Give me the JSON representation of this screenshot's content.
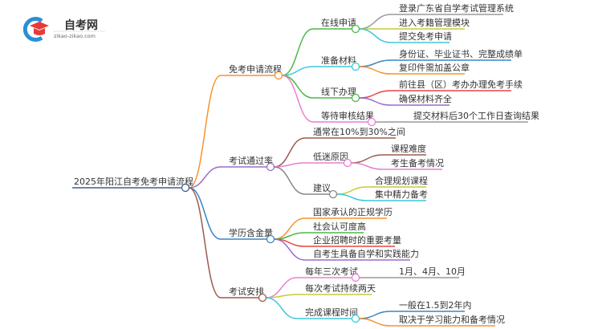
{
  "logo": {
    "title": "自考网",
    "url": "zikao-zikao.com",
    "icon": "graduation-cap-icon",
    "colors": {
      "ring": "#2a8fd6",
      "cap": "#e83a3a"
    }
  },
  "root": {
    "label": "2025年阳江自考免考申请流程",
    "color": "#3f5d9a"
  },
  "branches": [
    {
      "label": "免考申请流程",
      "color": "#f7922e",
      "children": [
        {
          "label": "在线申请",
          "color": "#4db748",
          "children": [
            {
              "label": "登录广东省自学考试管理系统",
              "color": "#9a9a9a"
            },
            {
              "label": "进入考籍管理模块",
              "color": "#c9c93a"
            },
            {
              "label": "提交免考申请",
              "color": "#3ec7dc"
            }
          ]
        },
        {
          "label": "准备材料",
          "color": "#3ec7dc",
          "children": [
            {
              "label": "身份证、毕业证书、完整成绩单",
              "color": "#3a86c4"
            },
            {
              "label": "复印件需加盖公章",
              "color": "#f7922e"
            }
          ]
        },
        {
          "label": "线下办理",
          "color": "#4db748",
          "children": [
            {
              "label": "前往县（区）考办办理免考手续",
              "color": "#e84545"
            },
            {
              "label": "确保材料齐全",
              "color": "#9b6bcc"
            }
          ]
        },
        {
          "label": "等待审核结果",
          "color": "#e97fd2",
          "children": [
            {
              "label": "提交材料后30个工作日查询结果",
              "color": "#9a9a9a"
            }
          ]
        }
      ]
    },
    {
      "label": "考试通过率",
      "color": "#9b6bcc",
      "children": [
        {
          "label": "通常在10%到30%之间",
          "color": "#9b5b4d"
        },
        {
          "label": "低迷原因",
          "color": "#e97fd2",
          "children": [
            {
              "label": "课程难度",
              "color": "#9b5b4d"
            },
            {
              "label": "考生备考情况",
              "color": "#e97fd2"
            }
          ]
        },
        {
          "label": "建议",
          "color": "#888888",
          "children": [
            {
              "label": "合理规划课程",
              "color": "#c9c93a"
            },
            {
              "label": "集中精力备考",
              "color": "#3ec7dc"
            }
          ]
        }
      ]
    },
    {
      "label": "学历含金量",
      "color": "#3a86c4",
      "children": [
        {
          "label": "国家承认的正规学历",
          "color": "#f7922e"
        },
        {
          "label": "社会认可度高",
          "color": "#4db748"
        },
        {
          "label": "企业招聘时的重要考量",
          "color": "#e84545"
        },
        {
          "label": "自考生具备自学和实践能力",
          "color": "#9b6bcc"
        }
      ]
    },
    {
      "label": "考试安排",
      "color": "#9b5b4d",
      "children": [
        {
          "label": "每年三次考试",
          "color": "#e97fd2",
          "children": [
            {
              "label": "1月、4月、10月",
              "color": "#9a9a9a"
            }
          ]
        },
        {
          "label": "每次考试持续两天",
          "color": "#c9c93a"
        },
        {
          "label": "完成课程时间",
          "color": "#3ec7dc",
          "children": [
            {
              "label": "一般在1.5到2年内",
              "color": "#3a86c4"
            },
            {
              "label": "取决于学习能力和备考情况",
              "color": "#f7922e"
            }
          ]
        }
      ]
    }
  ]
}
